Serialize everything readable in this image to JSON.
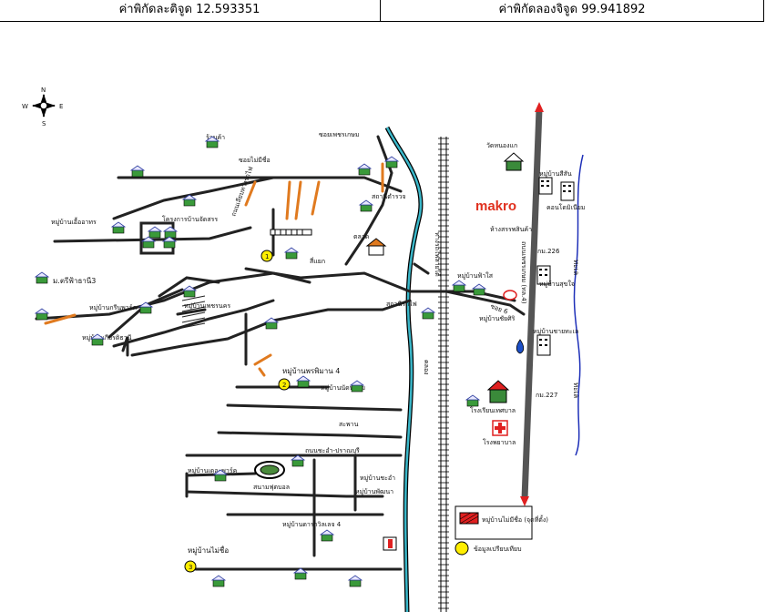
{
  "header": {
    "latitude": "ค่าพิกัดละติจูด 12.593351",
    "longitude": "ค่าพิกัดลองจิจูด 99.941892"
  },
  "compass": {
    "n": "N",
    "s": "S",
    "e": "E",
    "w": "W"
  },
  "labels": {
    "makro": "makro",
    "sea_top": "ทะเล",
    "sea_bottom": "ทะเล",
    "highway": "ถนนเพชรเกษม (ทล.4)",
    "railway": "ทางรถไฟสายใต้",
    "canal": "คลอง",
    "soi6": "ซอย 6",
    "km226": "กม.226",
    "km227": "กม.227",
    "mu_lunda_4": "หมู่บ้านพรพิมาน 4",
    "mu_3": "ม.ตรีฟ้าธานี3",
    "mu_kiatthani": "หมู่บ้านเกียรติธานี",
    "mu_ruenkao": "หมู่บ้านนัดหมาย",
    "mu_chaisiri": "หมู่บ้านชัยศิริ",
    "mu_fuenfah": "หมู่บ้านฟ้าใส",
    "mu_lake_4": "หมู่บ้านดาราวิลเลจ 4",
    "mu_maichue": "หมู่บ้านไม่ชื่อ",
    "mu_pattana": "หมู่บ้านพัฒนา",
    "mu_cha": "หมู่บ้านชะอำ",
    "stadium": "สนามฟุตบอล",
    "school": "โรงเรียนเทศบาล",
    "hospital": "โรงพยาบาล",
    "temple": "วัดหนองแก",
    "market": "ตลาด",
    "station": "สถานีรถไฟ",
    "pol": "สถานีตำรวจ",
    "soi_top1": "ซอยไม่มีชื่อ",
    "soi_top2": "ซอยเพชรเกษม",
    "road_a": "ถนนเลียบทางรถไฟ",
    "road_b": "ถนนชะอำ-ปราณบุรี",
    "village_cluster": "โครงการบ้านจัดสรร",
    "mu_left1": "หมู่บ้านเอื้ออาทร",
    "mu_left2": "หมู่บ้านกรีนพาร์ค",
    "mu_left3": "หมู่บ้านเพชรนคร",
    "mu_park": "หมู่บ้านเดอะพาร์ค",
    "mu_right1": "หมู่บ้านสีสัน",
    "mu_right2": "หมู่บ้านสุขใจ",
    "mu_right3": "หมู่บ้านชายทะเล",
    "shop": "ร้านค้า",
    "mall": "ห้างสรรพสินค้า",
    "cond": "คอนโดมิเนียม",
    "stoplight": "สี่แยก",
    "bridge": "สะพาน",
    "num_c1": "1",
    "num_c2": "2",
    "num_c3": "3"
  },
  "legend": {
    "site_label": "หมู่บ้านไม่มีชื่อ (จุดที่ตั้ง)",
    "comp_label": "ข้อมูลเปรียบเทียบ"
  },
  "colors": {
    "water": "#3ab7c9",
    "sea_line": "#1d2fb8",
    "highlight_road": "#e07a1f",
    "site": "#e02020",
    "comp": "#ffee00",
    "highway": "#555555"
  }
}
